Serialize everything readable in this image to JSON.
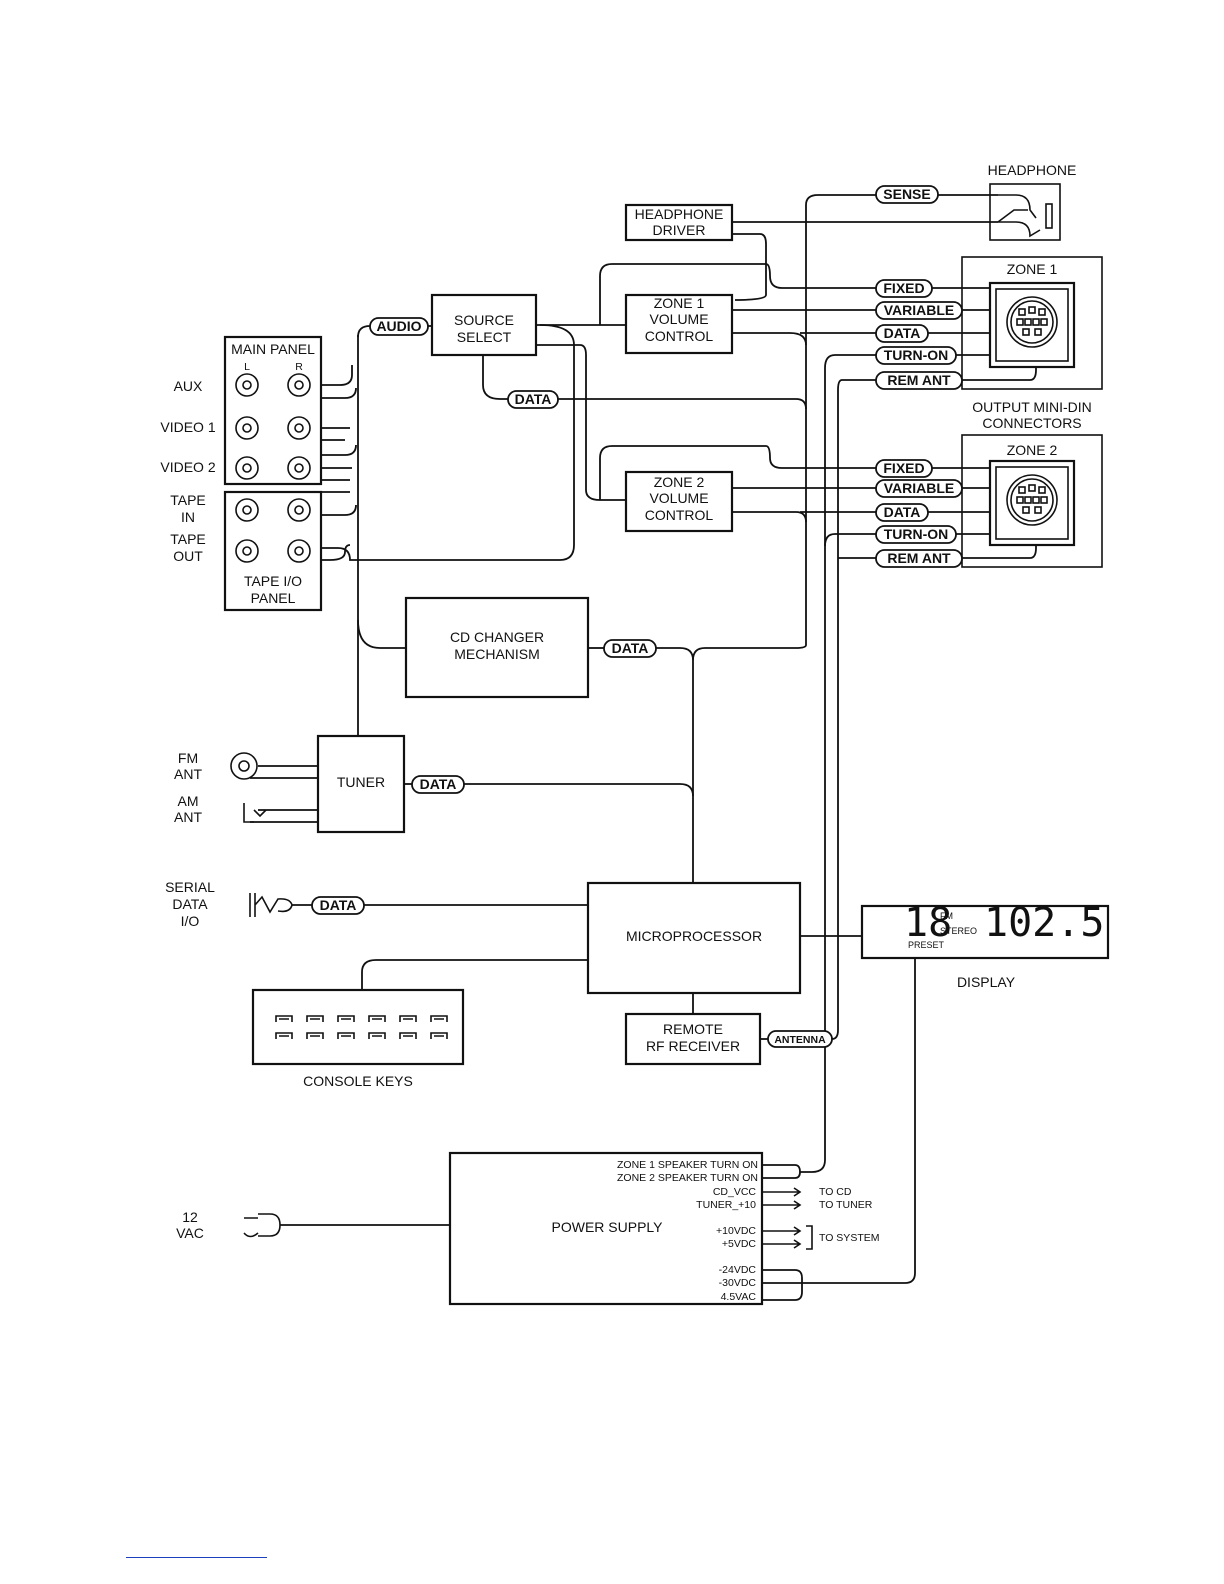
{
  "blocks": {
    "headphone_driver": [
      "HEADPHONE",
      "DRIVER"
    ],
    "source_select": [
      "SOURCE",
      "SELECT"
    ],
    "zone1_volume": [
      "ZONE 1",
      "VOLUME",
      "CONTROL"
    ],
    "zone2_volume": [
      "ZONE 2",
      "VOLUME",
      "CONTROL"
    ],
    "cd_changer": [
      "CD CHANGER",
      "MECHANISM"
    ],
    "tuner": "TUNER",
    "microprocessor": "MICROPROCESSOR",
    "remote_rf": [
      "REMOTE",
      "RF RECEIVER"
    ],
    "power_supply": "POWER SUPPLY"
  },
  "panels": {
    "main_panel": "MAIN PANEL",
    "channel_l": "L",
    "channel_r": "R",
    "tape_io": [
      "TAPE I/O",
      "PANEL"
    ],
    "console_keys": "CONSOLE  KEYS",
    "output_connectors": [
      "OUTPUT MINI-DIN",
      "CONNECTORS"
    ],
    "zone1": "ZONE 1",
    "zone2": "ZONE 2",
    "headphone": "HEADPHONE",
    "display": "DISPLAY"
  },
  "inputs": {
    "aux": "AUX",
    "video1": "VIDEO 1",
    "video2": "VIDEO 2",
    "tape_in": [
      "TAPE",
      "IN"
    ],
    "tape_out": [
      "TAPE",
      "OUT"
    ],
    "fm_ant": [
      "FM",
      "ANT"
    ],
    "am_ant": [
      "AM",
      "ANT"
    ],
    "serial": [
      "SERIAL",
      "DATA",
      "I/O"
    ],
    "vac": [
      "12",
      "VAC"
    ]
  },
  "signals": {
    "audio": "AUDIO",
    "data": "DATA",
    "sense": "SENSE",
    "fixed": "FIXED",
    "variable": "VARIABLE",
    "turn_on": "TURN-ON",
    "rem_ant": "REM ANT",
    "antenna": "ANTENNA"
  },
  "display_readout": {
    "preset_number": "18",
    "fm": "FM",
    "stereo": "STEREO",
    "preset": "PRESET",
    "frequency": "102.5"
  },
  "power_outputs": {
    "zone1_turn_on": "ZONE 1 SPEAKER TURN ON",
    "zone2_turn_on": "ZONE 2 SPEAKER TURN ON",
    "cd_vcc": "CD_VCC",
    "tuner_10": "TUNER_+10",
    "v10": "+10VDC",
    "v5": "+5VDC",
    "v24": "-24VDC",
    "v30": "-30VDC",
    "v45": "4.5VAC",
    "to_cd": "TO CD",
    "to_tuner": "TO TUNER",
    "to_system": "TO SYSTEM"
  }
}
